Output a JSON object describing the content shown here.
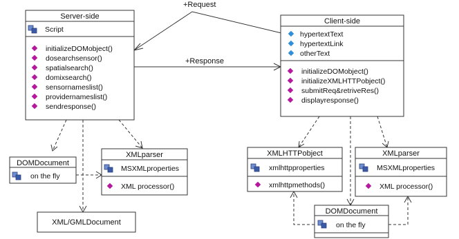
{
  "colors": {
    "operation": "#b5179e",
    "attribute": "#2f8fd8",
    "class_icon": "#3a5ba8"
  },
  "relations": {
    "request": "+Request",
    "response": "+Response"
  },
  "server": {
    "title": "Server-side",
    "attribute": "Script",
    "operations": [
      "initializeDOMobject()",
      "dosearchsensor()",
      "spatialsearch()",
      "domixsearch()",
      "sensornameslist()",
      "providernameslist()",
      "sendresponse()"
    ]
  },
  "client": {
    "title": "Client-side",
    "attributes": [
      "hypertextText",
      "hypertextLink",
      "otherText"
    ],
    "operations": [
      "initializeDOMobject()",
      "initializeXMLHTTPobject()",
      "submitReq&retriveRes()",
      "displayresponse()"
    ]
  },
  "dom_left": {
    "title": "DOMDocument",
    "attribute": "on the fly"
  },
  "xmlparser_left": {
    "title": "XMLparser",
    "attribute": "MSXMLproperties",
    "operation": "XML processor()"
  },
  "xml_gml": {
    "title": "XML/GMLDocument"
  },
  "xmlhttp": {
    "title": "XMLHTTPobject",
    "attribute": "xmlhttpproperties",
    "operation": "xmlhttpmethods()"
  },
  "xmlparser_right": {
    "title": "XMLparser",
    "attribute": "MSXMLproperties",
    "operation": "XML processor()"
  },
  "dom_bottom": {
    "title": "DOMDocument",
    "attribute": "on the fly"
  }
}
